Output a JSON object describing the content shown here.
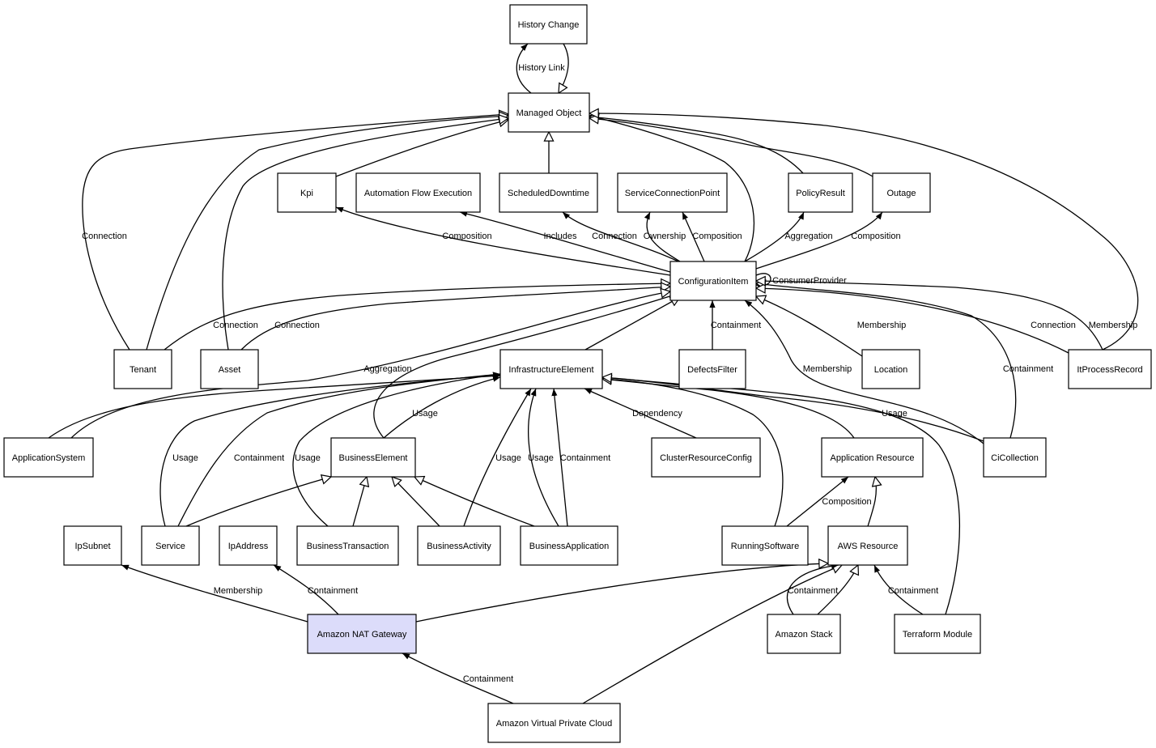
{
  "diagram": {
    "highlight_color": "#dcdcfa",
    "nodes": [
      {
        "id": "history_change",
        "label": "History Change"
      },
      {
        "id": "managed_object",
        "label": "Managed Object"
      },
      {
        "id": "kpi",
        "label": "Kpi"
      },
      {
        "id": "automation_flow_execution",
        "label": "Automation Flow Execution"
      },
      {
        "id": "scheduled_downtime",
        "label": "ScheduledDowntime"
      },
      {
        "id": "service_connection_point",
        "label": "ServiceConnectionPoint"
      },
      {
        "id": "policy_result",
        "label": "PolicyResult"
      },
      {
        "id": "outage",
        "label": "Outage"
      },
      {
        "id": "configuration_item",
        "label": "ConfigurationItem"
      },
      {
        "id": "tenant",
        "label": "Tenant"
      },
      {
        "id": "asset",
        "label": "Asset"
      },
      {
        "id": "infrastructure_element",
        "label": "InfrastructureElement"
      },
      {
        "id": "defects_filter",
        "label": "DefectsFilter"
      },
      {
        "id": "location",
        "label": "Location"
      },
      {
        "id": "it_process_record",
        "label": "ItProcessRecord"
      },
      {
        "id": "application_system",
        "label": "ApplicationSystem"
      },
      {
        "id": "business_element",
        "label": "BusinessElement"
      },
      {
        "id": "cluster_resource_config",
        "label": "ClusterResourceConfig"
      },
      {
        "id": "application_resource",
        "label": "Application Resource"
      },
      {
        "id": "ci_collection",
        "label": "CiCollection"
      },
      {
        "id": "ip_subnet",
        "label": "IpSubnet"
      },
      {
        "id": "service",
        "label": "Service"
      },
      {
        "id": "ip_address",
        "label": "IpAddress"
      },
      {
        "id": "business_transaction",
        "label": "BusinessTransaction"
      },
      {
        "id": "business_activity",
        "label": "BusinessActivity"
      },
      {
        "id": "business_application",
        "label": "BusinessApplication"
      },
      {
        "id": "running_software",
        "label": "RunningSoftware"
      },
      {
        "id": "aws_resource",
        "label": "AWS Resource"
      },
      {
        "id": "amazon_nat_gateway",
        "label": "Amazon NAT Gateway",
        "highlighted": true
      },
      {
        "id": "amazon_stack",
        "label": "Amazon Stack"
      },
      {
        "id": "terraform_module",
        "label": "Terraform Module"
      },
      {
        "id": "amazon_vpc",
        "label": "Amazon Virtual Private Cloud"
      }
    ],
    "edges": [
      {
        "id": "e_hist_link",
        "from": "managed_object",
        "to": "history_change",
        "arrow": "filled",
        "label": "History Link"
      },
      {
        "id": "e_hist_inh",
        "from": "history_change",
        "to": "managed_object",
        "arrow": "hollow",
        "label": ""
      },
      {
        "id": "e_sd_mo",
        "from": "scheduled_downtime",
        "to": "managed_object",
        "arrow": "hollow",
        "label": ""
      },
      {
        "id": "e_kpi_mo",
        "from": "kpi",
        "to": "managed_object",
        "arrow": "hollow",
        "label": ""
      },
      {
        "id": "e_tenant_conn",
        "from": "tenant",
        "to": "managed_object",
        "arrow": "hollow",
        "label": "Connection"
      },
      {
        "id": "e_tenant_mo",
        "from": "tenant",
        "to": "managed_object",
        "arrow": "hollow",
        "label": ""
      },
      {
        "id": "e_asset_mo",
        "from": "asset",
        "to": "managed_object",
        "arrow": "hollow",
        "label": ""
      },
      {
        "id": "e_ci_mo",
        "from": "configuration_item",
        "to": "managed_object",
        "arrow": "hollow",
        "label": ""
      },
      {
        "id": "e_pr_mo",
        "from": "policy_result",
        "to": "managed_object",
        "arrow": "hollow",
        "label": ""
      },
      {
        "id": "e_outage_mo",
        "from": "outage",
        "to": "managed_object",
        "arrow": "hollow",
        "label": ""
      },
      {
        "id": "e_itpr_mo",
        "from": "it_process_record",
        "to": "managed_object",
        "arrow": "hollow",
        "label": ""
      },
      {
        "id": "e_ci_kpi",
        "from": "configuration_item",
        "to": "kpi",
        "arrow": "filled",
        "label": "Composition"
      },
      {
        "id": "e_ci_afe",
        "from": "configuration_item",
        "to": "automation_flow_execution",
        "arrow": "filled",
        "label": "Includes"
      },
      {
        "id": "e_ci_sd",
        "from": "configuration_item",
        "to": "scheduled_downtime",
        "arrow": "filled",
        "label": "Connection"
      },
      {
        "id": "e_ci_scp_own",
        "from": "configuration_item",
        "to": "service_connection_point",
        "arrow": "filled",
        "label": "Ownership"
      },
      {
        "id": "e_ci_scp_comp",
        "from": "configuration_item",
        "to": "service_connection_point",
        "arrow": "filled",
        "label": "Composition"
      },
      {
        "id": "e_ci_pr",
        "from": "configuration_item",
        "to": "policy_result",
        "arrow": "filled",
        "label": "Aggregation"
      },
      {
        "id": "e_ci_outage",
        "from": "configuration_item",
        "to": "outage",
        "arrow": "filled",
        "label": "Composition"
      },
      {
        "id": "e_ci_self",
        "from": "configuration_item",
        "to": "configuration_item",
        "arrow": "filled",
        "label": "ConsumerProvider"
      },
      {
        "id": "e_tenant_ci",
        "from": "tenant",
        "to": "configuration_item",
        "arrow": "hollow",
        "label": "Connection"
      },
      {
        "id": "e_asset_ci",
        "from": "asset",
        "to": "configuration_item",
        "arrow": "hollow",
        "label": "Connection"
      },
      {
        "id": "e_as_ci",
        "from": "application_system",
        "to": "configuration_item",
        "arrow": "hollow",
        "label": "Aggregation"
      },
      {
        "id": "e_be_ci",
        "from": "business_element",
        "to": "configuration_item",
        "arrow": "hollow",
        "label": ""
      },
      {
        "id": "e_ie_ci",
        "from": "infrastructure_element",
        "to": "configuration_item",
        "arrow": "hollow",
        "label": ""
      },
      {
        "id": "e_df_ci",
        "from": "defects_filter",
        "to": "configuration_item",
        "arrow": "filled",
        "label": "Containment"
      },
      {
        "id": "e_loc_ci",
        "from": "location",
        "to": "configuration_item",
        "arrow": "hollow",
        "label": "Membership"
      },
      {
        "id": "e_cic_ci_mem",
        "from": "ci_collection",
        "to": "configuration_item",
        "arrow": "filled",
        "label": "Membership"
      },
      {
        "id": "e_cic_ci_cont",
        "from": "ci_collection",
        "to": "configuration_item",
        "arrow": "hollow",
        "label": "Containment"
      },
      {
        "id": "e_itpr_ci_conn",
        "from": "it_process_record",
        "to": "configuration_item",
        "arrow": "hollow",
        "label": "Connection"
      },
      {
        "id": "e_itpr_ci_mem",
        "from": "it_process_record",
        "to": "configuration_item",
        "arrow": "hollow",
        "label": "Membership"
      },
      {
        "id": "e_as_ie",
        "from": "application_system",
        "to": "infrastructure_element",
        "arrow": "filled",
        "label": ""
      },
      {
        "id": "e_be_ie",
        "from": "business_element",
        "to": "infrastructure_element",
        "arrow": "filled",
        "label": "Usage"
      },
      {
        "id": "e_service_ie_usage",
        "from": "service",
        "to": "infrastructure_element",
        "arrow": "filled",
        "label": "Usage"
      },
      {
        "id": "e_service_ie_cont",
        "from": "service",
        "to": "infrastructure_element",
        "arrow": "filled",
        "label": "Containment"
      },
      {
        "id": "e_bt_ie",
        "from": "business_transaction",
        "to": "infrastructure_element",
        "arrow": "filled",
        "label": "Usage"
      },
      {
        "id": "e_ba_ie",
        "from": "business_activity",
        "to": "infrastructure_element",
        "arrow": "filled",
        "label": "Usage"
      },
      {
        "id": "e_bapp_ie_usage",
        "from": "business_application",
        "to": "infrastructure_element",
        "arrow": "filled",
        "label": "Usage"
      },
      {
        "id": "e_bapp_ie_cont",
        "from": "business_application",
        "to": "infrastructure_element",
        "arrow": "filled",
        "label": "Containment"
      },
      {
        "id": "e_crc_ie",
        "from": "cluster_resource_config",
        "to": "infrastructure_element",
        "arrow": "filled",
        "label": "Dependency"
      },
      {
        "id": "e_rs_ie",
        "from": "running_software",
        "to": "infrastructure_element",
        "arrow": "hollow",
        "label": ""
      },
      {
        "id": "e_ar_ie",
        "from": "application_resource",
        "to": "infrastructure_element",
        "arrow": "hollow",
        "label": ""
      },
      {
        "id": "e_cic_ie",
        "from": "ci_collection",
        "to": "infrastructure_element",
        "arrow": "filled",
        "label": "Usage"
      },
      {
        "id": "e_tm_ie",
        "from": "terraform_module",
        "to": "infrastructure_element",
        "arrow": "hollow",
        "label": ""
      },
      {
        "id": "e_service_be",
        "from": "service",
        "to": "business_element",
        "arrow": "hollow",
        "label": ""
      },
      {
        "id": "e_bt_be",
        "from": "business_transaction",
        "to": "business_element",
        "arrow": "hollow",
        "label": ""
      },
      {
        "id": "e_ba_be",
        "from": "business_activity",
        "to": "business_element",
        "arrow": "hollow",
        "label": ""
      },
      {
        "id": "e_bapp_be",
        "from": "business_application",
        "to": "business_element",
        "arrow": "hollow",
        "label": ""
      },
      {
        "id": "e_rs_ar",
        "from": "running_software",
        "to": "application_resource",
        "arrow": "filled",
        "label": "Composition"
      },
      {
        "id": "e_aws_ar",
        "from": "aws_resource",
        "to": "application_resource",
        "arrow": "hollow",
        "label": ""
      },
      {
        "id": "e_nat_subnet",
        "from": "amazon_nat_gateway",
        "to": "ip_subnet",
        "arrow": "filled",
        "label": "Membership"
      },
      {
        "id": "e_nat_ip",
        "from": "amazon_nat_gateway",
        "to": "ip_address",
        "arrow": "filled",
        "label": "Containment"
      },
      {
        "id": "e_nat_aws",
        "from": "amazon_nat_gateway",
        "to": "aws_resource",
        "arrow": "hollow",
        "label": ""
      },
      {
        "id": "e_vpc_aws",
        "from": "amazon_vpc",
        "to": "aws_resource",
        "arrow": "hollow",
        "label": ""
      },
      {
        "id": "e_stack_aws_cont",
        "from": "amazon_stack",
        "to": "aws_resource",
        "arrow": "filled",
        "label": "Containment"
      },
      {
        "id": "e_stack_aws",
        "from": "amazon_stack",
        "to": "aws_resource",
        "arrow": "hollow",
        "label": ""
      },
      {
        "id": "e_tm_aws",
        "from": "terraform_module",
        "to": "aws_resource",
        "arrow": "filled",
        "label": "Containment"
      },
      {
        "id": "e_vpc_nat",
        "from": "amazon_vpc",
        "to": "amazon_nat_gateway",
        "arrow": "filled",
        "label": "Containment"
      }
    ]
  }
}
